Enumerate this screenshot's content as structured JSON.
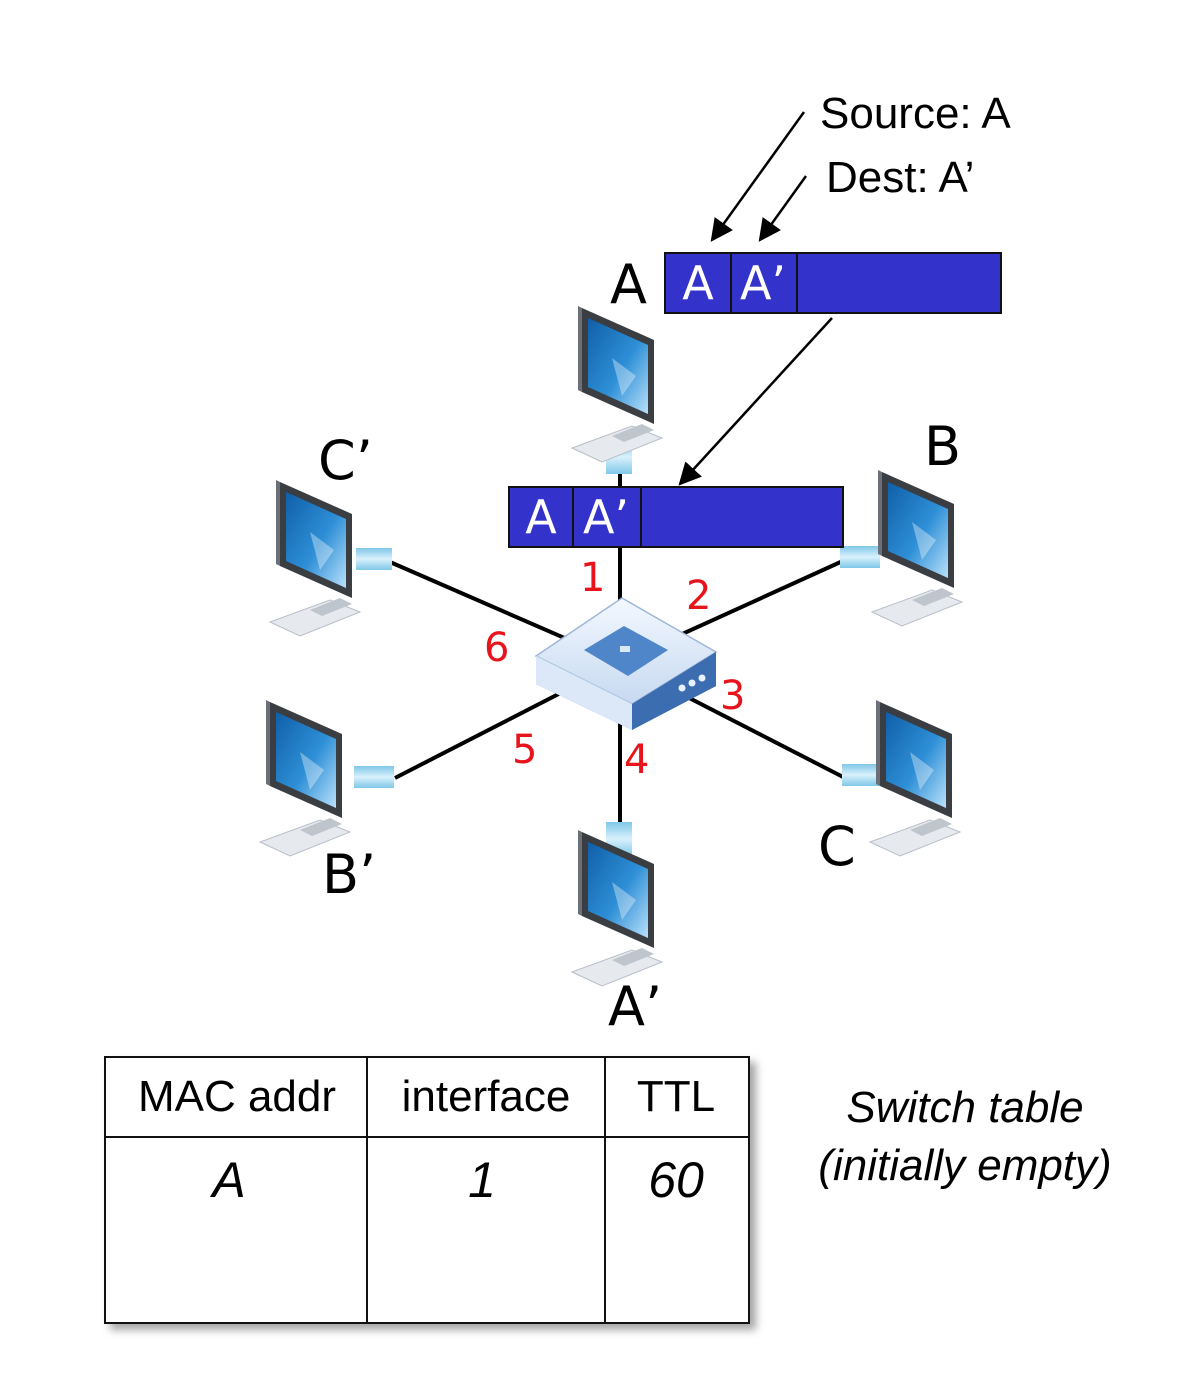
{
  "hosts": {
    "A": "A",
    "B": "B",
    "C": "C",
    "A_prime": "A’",
    "B_prime": "B’",
    "C_prime": "C’"
  },
  "ports": [
    "1",
    "2",
    "3",
    "4",
    "5",
    "6"
  ],
  "annotations": {
    "source": "Source: A",
    "dest": "Dest: A’"
  },
  "frame_top": {
    "src": "A",
    "dst": "A’"
  },
  "frame_mid": {
    "src": "A",
    "dst": "A’"
  },
  "table": {
    "headers": [
      "MAC addr",
      "interface",
      "TTL"
    ],
    "rows": [
      [
        "A",
        "1",
        "60"
      ]
    ]
  },
  "caption": {
    "line1": "Switch table",
    "line2": "(initially empty)"
  },
  "colors": {
    "frame": "#3333cc",
    "port_label": "#e8141b"
  },
  "icons": [
    "computer-icon",
    "switch-icon"
  ]
}
